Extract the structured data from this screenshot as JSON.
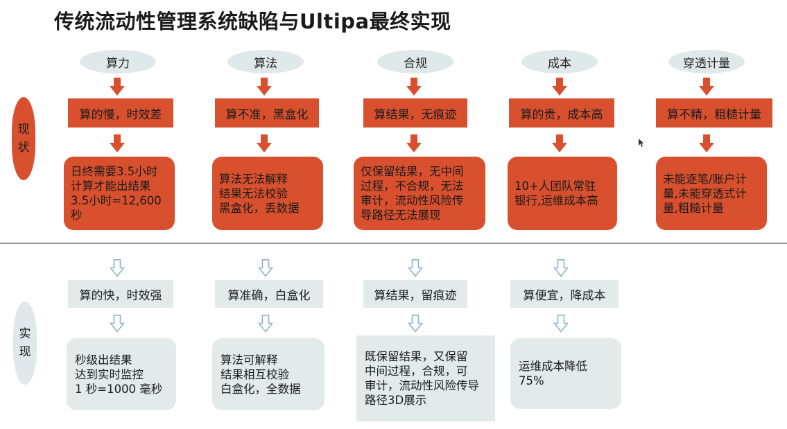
{
  "title": "传统流动性管理系统缺陷与Ultipa最终实现",
  "side_labels": {
    "current": [
      "现",
      "状"
    ],
    "realized": [
      "实",
      "现"
    ]
  },
  "columns": [
    {
      "category": "算力",
      "problem": "算的慢，时效差",
      "problem_detail": [
        "日终需要3.5小时",
        "计算才能出结果",
        "3.5小时=12,600",
        "秒"
      ],
      "solution": "算的快，时效强",
      "solution_detail": [
        "秒级出结果",
        "达到实时监控",
        "1 秒=1000 毫秒"
      ]
    },
    {
      "category": "算法",
      "problem": "算不准，黑盒化",
      "problem_detail": [
        "算法无法解释",
        "结果无法校验",
        "黑盒化，丢数据"
      ],
      "solution": "算准确，白盒化",
      "solution_detail": [
        "算法可解释",
        "结果相互校验",
        "白盒化，全数据"
      ]
    },
    {
      "category": "合规",
      "problem": "算结果，无痕迹",
      "problem_detail": [
        "仅保留结果，无中间",
        "过程，不合规，无法",
        "审计，流动性风险传",
        "导路径无法展现"
      ],
      "solution": "算结果，留痕迹",
      "solution_detail": [
        "既保留结果，又保留",
        "中间过程，合规，可",
        "审计，流动性风险传导",
        "路径3D展示"
      ]
    },
    {
      "category": "成本",
      "problem": "算的贵，成本高",
      "problem_detail": [
        "10+人团队常驻",
        "银行,运维成本高"
      ],
      "solution": "算便宜，降成本",
      "solution_detail": [
        "运维成本降低",
        "75%"
      ]
    },
    {
      "category": "穿透计量",
      "problem": "算不精，粗糙计量",
      "problem_detail": [
        "未能逐笔/账户计",
        "量,未能穿透式计",
        "量,粗糙计量"
      ]
    }
  ],
  "colors": {
    "red": "#d9502e",
    "grey": "#e3eaea",
    "pill": "#dfe9ea",
    "arrow_red": "#d9502e",
    "arrow_outline": "#8fb3c2"
  }
}
